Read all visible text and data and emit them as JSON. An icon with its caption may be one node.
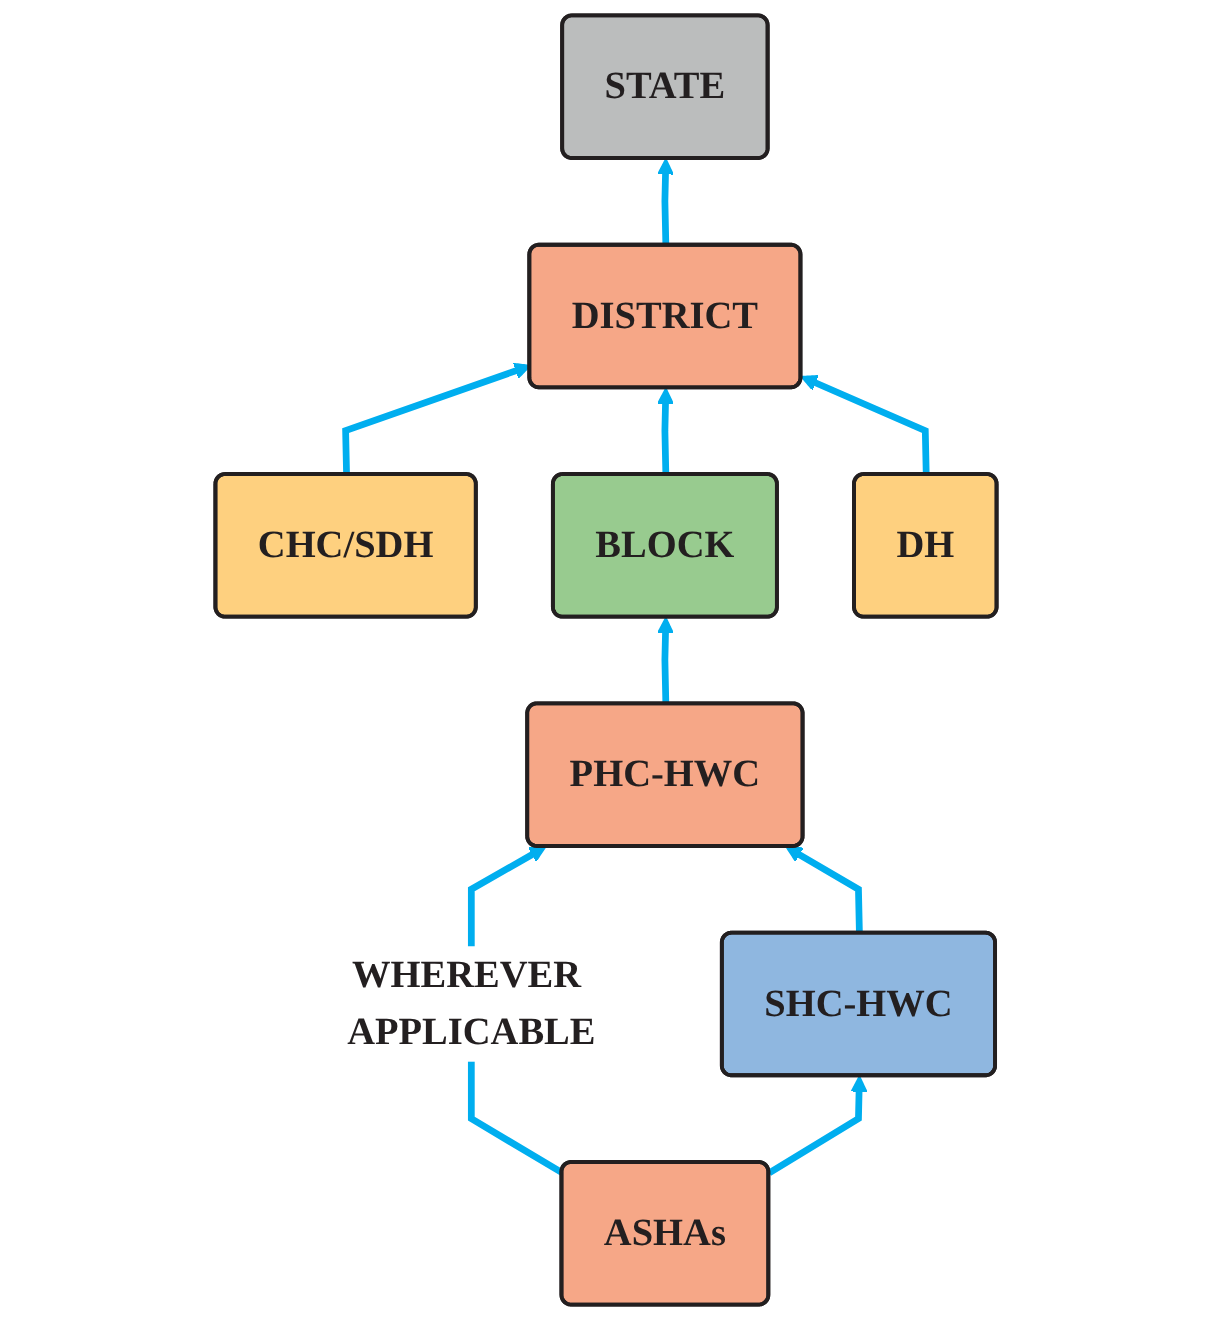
{
  "diagram": {
    "nodes": [
      {
        "text": [
          "STATE"
        ]
      },
      {
        "text": [
          "DISTRICT"
        ]
      },
      {
        "text": [
          "CHC/SDH"
        ]
      },
      {
        "text": [
          "BLOCK"
        ]
      },
      {
        "text": [
          "DH"
        ]
      },
      {
        "text": [
          "PHC-HWC"
        ]
      },
      {
        "text": [
          "SHC-HWC"
        ]
      },
      {
        "text": [
          "ASHAs"
        ]
      }
    ],
    "edges": [
      {
        "from": 1,
        "to": 0,
        "arrow": "to"
      },
      {
        "from": 2,
        "to": 1,
        "arrow": "to"
      },
      {
        "from": 3,
        "to": 1,
        "arrow": "to"
      },
      {
        "from": 4,
        "to": 1,
        "arrow": "to"
      },
      {
        "from": 5,
        "to": 3,
        "arrow": "to"
      },
      {
        "from": 7,
        "to": 5,
        "arrow": "to",
        "label": "WHEREVER APPLICABLE"
      },
      {
        "from": 6,
        "to": 5,
        "arrow": "to"
      },
      {
        "from": 7,
        "to": 6,
        "arrow": "to"
      }
    ]
  }
}
